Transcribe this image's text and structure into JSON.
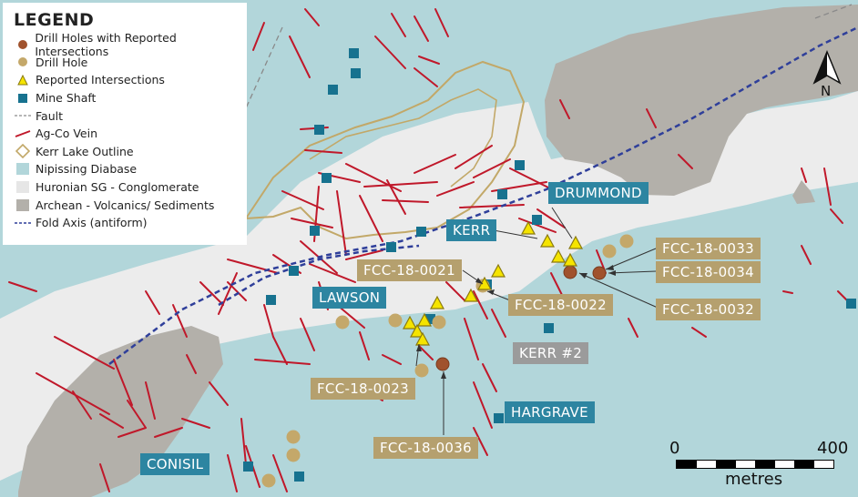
{
  "legend": {
    "title": "LEGEND",
    "items": [
      {
        "label": "Drill Holes with Reported Intersections",
        "icon": "brown-dot-icon",
        "color": "#a0522d"
      },
      {
        "label": "Drill Hole",
        "icon": "tan-dot-icon",
        "color": "#c4a86a"
      },
      {
        "label": "Reported Intersections",
        "icon": "yellow-triangle-icon",
        "color": "#f5e400"
      },
      {
        "label": "Mine Shaft",
        "icon": "square-icon",
        "color": "#17728f"
      },
      {
        "label": "Fault",
        "icon": "dashed-line-icon",
        "color": "#8a8a8a"
      },
      {
        "label": "Ag-Co Vein",
        "icon": "red-line-icon",
        "color": "#c0182a"
      },
      {
        "label": "Kerr Lake Outline",
        "icon": "diamond-icon",
        "color": "#c2a868"
      },
      {
        "label": "Nipissing Diabase",
        "icon": "blue-swatch-icon",
        "color": "#b2d6da"
      },
      {
        "label": "Huronian SG - Conglomerate",
        "icon": "light-gray-swatch-icon",
        "color": "#ececec"
      },
      {
        "label": "Archean - Volcanics/ Sediments",
        "icon": "gray-swatch-icon",
        "color": "#b3b0aa"
      },
      {
        "label": "Fold Axis (antiform)",
        "icon": "blue-dashed-line-icon",
        "color": "#2f3f9a"
      }
    ]
  },
  "area_labels": {
    "drummond": "DRUMMOND",
    "kerr": "KERR",
    "lawson": "LAWSON",
    "kerr2": "KERR #2",
    "hargrave": "HARGRAVE",
    "conisil": "CONISIL"
  },
  "drill_labels": {
    "h0021": "FCC-18-0021",
    "h0022": "FCC-18-0022",
    "h0023": "FCC-18-0023",
    "h0036": "FCC-18-0036",
    "h0033": "FCC-18-0033",
    "h0034": "FCC-18-0034",
    "h0032": "FCC-18-0032"
  },
  "north_label": "N",
  "scale": {
    "start": "0",
    "end": "400",
    "unit": "metres"
  }
}
